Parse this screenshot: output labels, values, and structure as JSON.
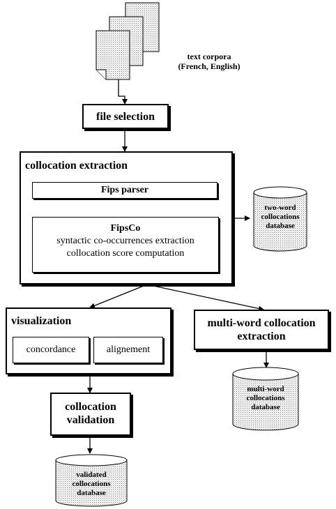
{
  "corpora": {
    "label_line1": "text corpora",
    "label_line2": "(French, English)"
  },
  "file_selection": {
    "label": "file selection"
  },
  "collocation_extraction": {
    "title": "collocation extraction",
    "fips_parser": "Fips parser",
    "fipsco": {
      "title": "FipsCo",
      "line1": "syntactic co-occurrences extraction",
      "line2": "collocation score computation"
    }
  },
  "two_word_db": {
    "line1": "two-word",
    "line2": "collocations",
    "line3": "database"
  },
  "visualization": {
    "title": "visualization",
    "concordance": "concordance",
    "alignement": "alignement"
  },
  "multi_word_extraction": {
    "line1": "multi-word collocation",
    "line2": "extraction"
  },
  "multi_word_db": {
    "line1": "multi-word",
    "line2": "collocations",
    "line3": "database"
  },
  "collocation_validation": {
    "line1": "collocation",
    "line2": "validation"
  },
  "validated_db": {
    "line1": "validated",
    "line2": "collocations",
    "line3": "database"
  }
}
